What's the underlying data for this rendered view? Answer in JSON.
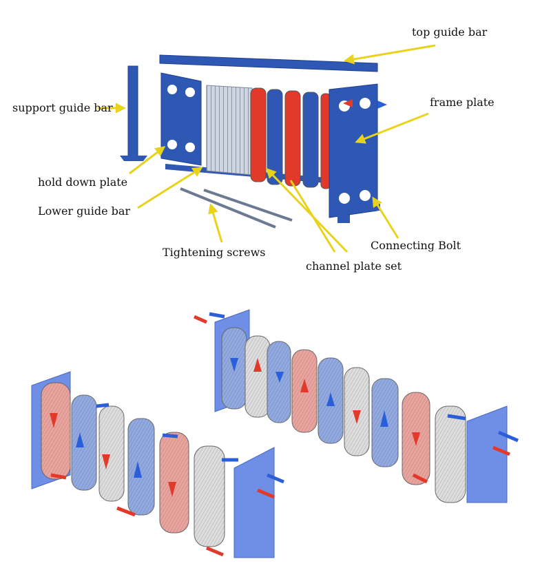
{
  "labels": {
    "top_guide_bar": "top guide bar",
    "support_guide_bar": "support guide bar",
    "frame_plate": "frame plate",
    "hold_down_plate": "hold down plate",
    "lower_guide_bar": "Lower guide bar",
    "tightening_screws": "Tightening screws",
    "connecting_bolt": "Connecting Bolt",
    "channel_plate_set": "channel plate set"
  },
  "colors": {
    "frame_blue": "#2f57b4",
    "frame_dark": "#1e3f8f",
    "hot_red": "#e23a2a",
    "cold_blue": "#2b5fd9",
    "plate_light_blue": "#8ea8dc",
    "plate_light_red": "#e8a5a0",
    "plate_grey": "#d9d9d9",
    "end_plate_blue": "#6f8fe6",
    "pointer_yellow": "#e8d21a"
  }
}
